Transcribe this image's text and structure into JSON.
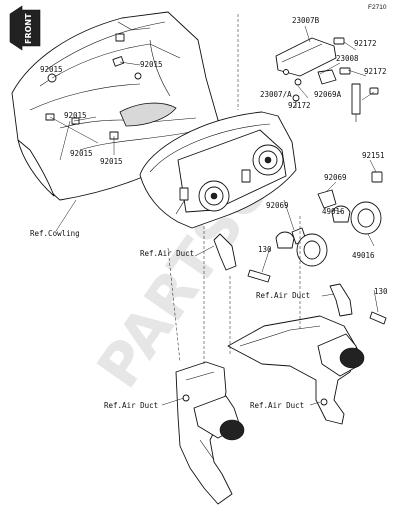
{
  "diagram": {
    "code": "F2710",
    "front_badge": "FRONT",
    "watermark": "PARTSOU",
    "part_labels": [
      "92015",
      "92015",
      "92015",
      "92015",
      "92015",
      "23007B",
      "92172",
      "23008",
      "92172",
      "92069A",
      "23007/A",
      "92172",
      "92151",
      "92069",
      "49016",
      "92069",
      "49016",
      "130",
      "130"
    ],
    "ref_labels": [
      "Ref.Cowling",
      "Ref.Air Duct",
      "Ref.Air Duct",
      "Ref.Air Duct",
      "Ref.Air Duct"
    ]
  }
}
